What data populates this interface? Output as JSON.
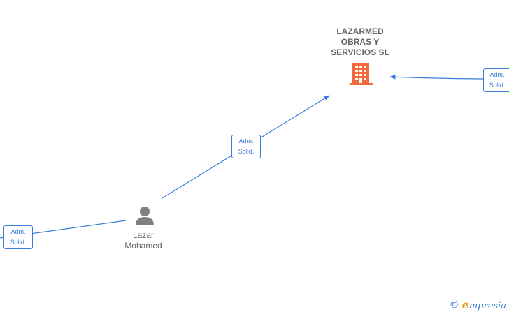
{
  "colors": {
    "edge": "#3b7dd8",
    "company_icon": "#f26a3b",
    "person_icon": "#808080",
    "label_text": "#666666",
    "brand_e": "#e8a020"
  },
  "company": {
    "name_lines": [
      "LAZARMED",
      "OBRAS Y",
      "SERVICIOS  SL"
    ],
    "icon": "building-icon"
  },
  "person": {
    "name_lines": [
      "Lazar",
      "Mohamed"
    ],
    "icon": "person-icon"
  },
  "edges": [
    {
      "from": "person",
      "to": "company",
      "label_lines": [
        "Adm.",
        "Solid."
      ]
    },
    {
      "from": "offscreen-right",
      "to": "company",
      "label_lines": [
        "Adm.",
        "Solid."
      ]
    },
    {
      "from": "offscreen-left",
      "to": "person",
      "label_lines": [
        "Adm.",
        "Solid."
      ]
    }
  ],
  "watermark": {
    "copyright": "©",
    "brand_initial": "e",
    "brand_rest": "mpresia"
  }
}
